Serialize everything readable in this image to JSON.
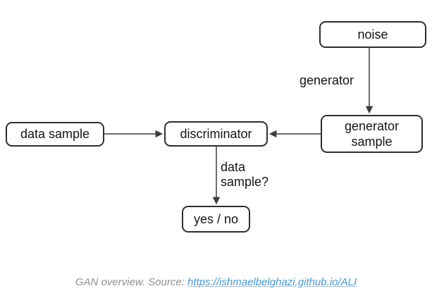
{
  "diagram": {
    "title": "GAN overview flowchart",
    "nodes": {
      "noise": {
        "label": "noise"
      },
      "generator_sample": {
        "label": "generator sample",
        "lines": [
          "generator",
          "sample"
        ]
      },
      "discriminator": {
        "label": "discriminator"
      },
      "data_sample": {
        "label": "data sample"
      },
      "yes_no": {
        "label": "yes / no"
      }
    },
    "edges": [
      {
        "from": "noise",
        "to": "generator_sample",
        "label": "generator"
      },
      {
        "from": "generator_sample",
        "to": "discriminator",
        "label": ""
      },
      {
        "from": "data_sample",
        "to": "discriminator",
        "label": ""
      },
      {
        "from": "discriminator",
        "to": "yes_no",
        "label": "data sample?"
      }
    ],
    "edge_labels": {
      "generator": "generator",
      "data_sample_question_lines": [
        "data",
        "sample?"
      ]
    }
  },
  "caption": {
    "prefix": "GAN overview. Source: ",
    "link_text": "https://ishmaelbelghazi.github.io/ALI"
  },
  "colors": {
    "background": "#ffffff",
    "box_border": "#2e2e2e",
    "box_text": "#141414",
    "connector": "#3c3c3c",
    "caption_text": "#8d9297",
    "link": "#4a97d2"
  }
}
